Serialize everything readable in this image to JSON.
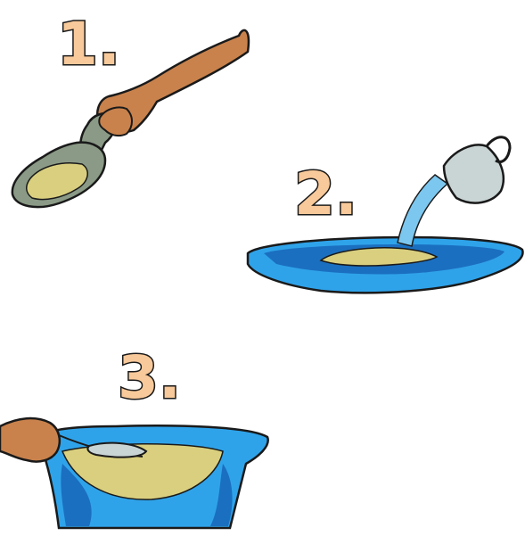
{
  "steps": [
    {
      "number": "1.",
      "icon": "scoop-flour-icon"
    },
    {
      "number": "2.",
      "icon": "pour-water-icon"
    },
    {
      "number": "3.",
      "icon": "stir-mixture-icon"
    }
  ],
  "colors": {
    "number_fill": "#f8c99a",
    "outline": "#1a1a1a",
    "skin": "#c9824c",
    "scoop": "#8a9a86",
    "flour": "#d9cf7e",
    "basin": "#2fa3ea",
    "basin_dark": "#1b6fc0",
    "water": "#7cc7ef",
    "jug": "#c9d4d4"
  }
}
